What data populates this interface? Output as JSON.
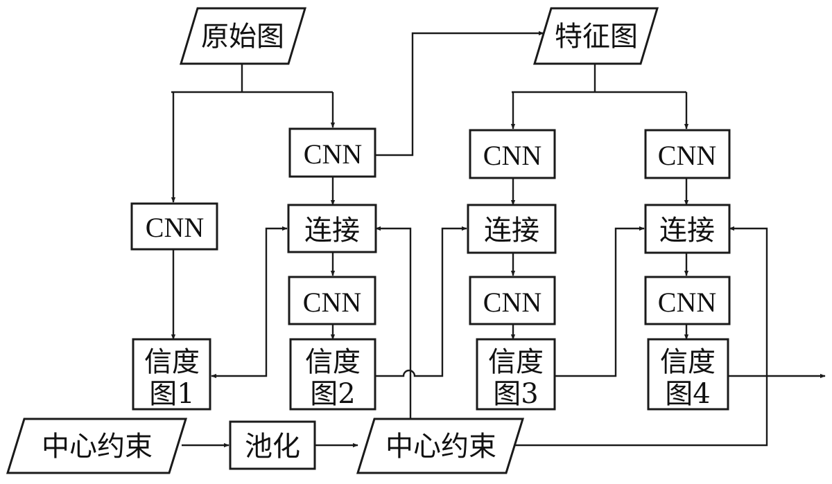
{
  "diagram": {
    "input_original": "原始图",
    "input_feature": "特征图",
    "cnn_label": "CNN",
    "concat_label": "连接",
    "confidence_line1": "信度",
    "confidence_maps": [
      "图1",
      "图2",
      "图3",
      "图4"
    ],
    "center_constraint": "中心约束",
    "pooling": "池化"
  }
}
